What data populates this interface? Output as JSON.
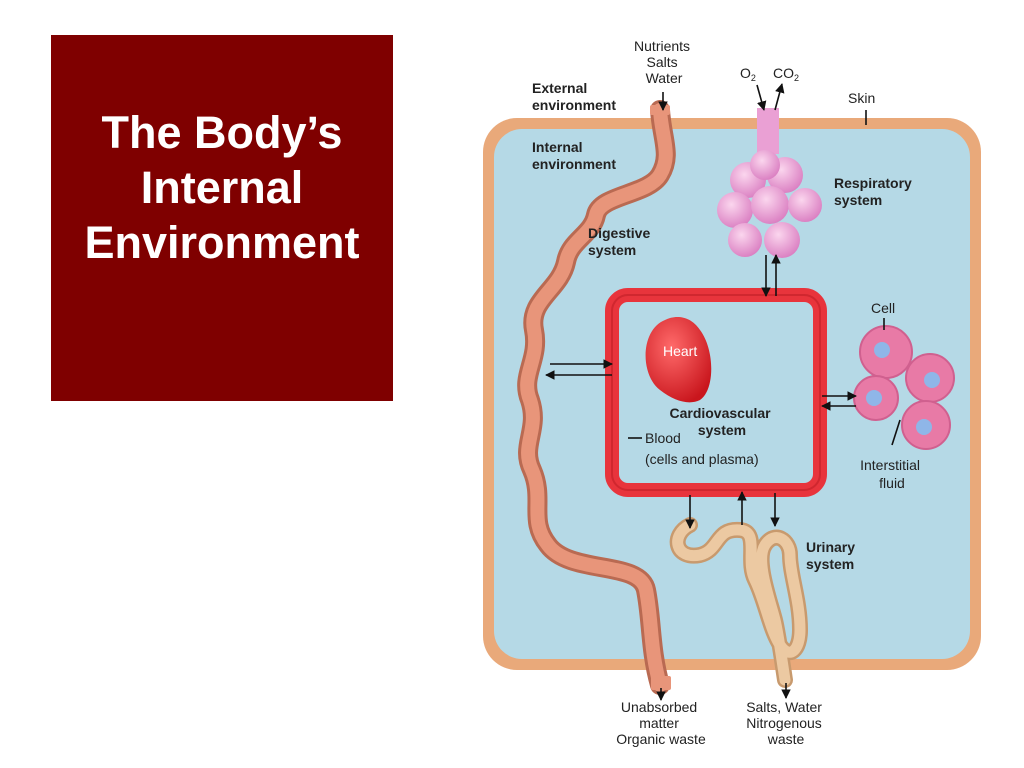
{
  "title": "The Body’s\nInternal\nEnvironment",
  "labels": {
    "nutrients": [
      "Nutrients",
      "Salts",
      "Water"
    ],
    "o2": "O",
    "o2_sub": "2",
    "co2": "CO",
    "co2_sub": "2",
    "skin": "Skin",
    "external_environment": [
      "External",
      "environment"
    ],
    "internal_environment": [
      "Internal",
      "environment"
    ],
    "respiratory_system": [
      "Respiratory",
      "system"
    ],
    "digestive_system": [
      "Digestive",
      "system"
    ],
    "heart": "Heart",
    "cell": "Cell",
    "cardiovascular_system": [
      "Cardiovascular",
      "system"
    ],
    "blood": [
      "Blood",
      "(cells and plasma)"
    ],
    "interstitial_fluid": [
      "Interstitial",
      "fluid"
    ],
    "urinary_system": [
      "Urinary",
      "system"
    ],
    "unabsorbed": [
      "Unabsorbed",
      "matter",
      "Organic waste"
    ],
    "salts_water": [
      "Salts, Water",
      "Nitrogenous",
      "waste"
    ]
  },
  "colors": {
    "title_bg": "#7f0000",
    "skin": "#e9a97a",
    "interstitial": "#b5d9e6",
    "blood_vessel": "#e8343c",
    "lung": "#f0a8d8",
    "gut": "#e39477",
    "kidney_tube": "#ebc9a3",
    "cell": "#e87aa6",
    "nucleus": "#8fb6e8"
  }
}
